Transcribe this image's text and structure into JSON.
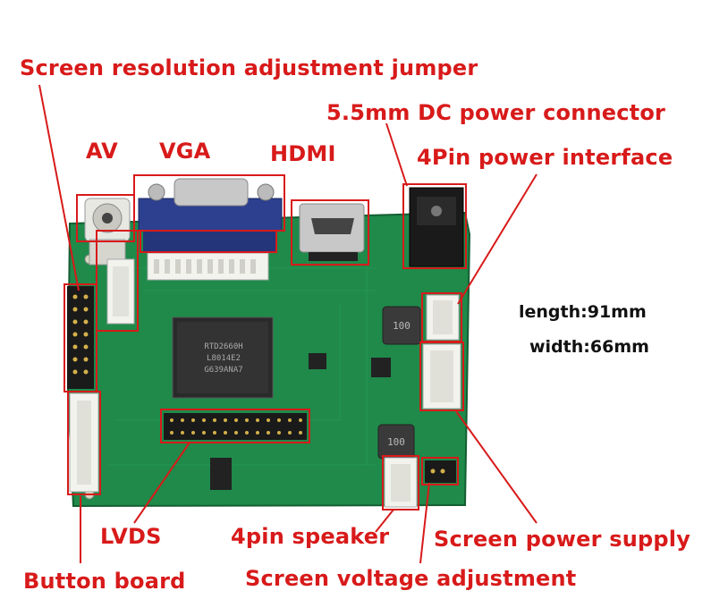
{
  "labels": {
    "jumper": "Screen resolution adjustment jumper",
    "dc": "5.5mm DC power connector",
    "av": "AV",
    "vga": "VGA",
    "hdmi": "HDMI",
    "pin4power": "4Pin power interface",
    "lvds": "LVDS",
    "speaker": "4pin speaker",
    "screen_power": "Screen power supply",
    "button_board": "Button board",
    "voltage": "Screen voltage adjustment"
  },
  "dimensions": {
    "length": "length:91mm",
    "width": "width:66mm"
  },
  "chip": {
    "line1": "RTD2660H",
    "line2": "L8014E2",
    "line3": "G639ANA7"
  },
  "inductor": {
    "top": "100",
    "bottom": "100"
  },
  "colors": {
    "label_red": "#d81a1a",
    "board_green": "#1f8a4a",
    "vga_blue": "#2d3f8f"
  }
}
